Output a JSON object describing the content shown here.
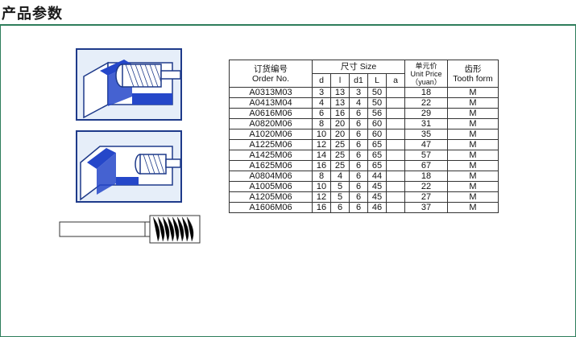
{
  "header": {
    "title": "产品参数"
  },
  "table": {
    "headers": {
      "order_cn": "订货编号",
      "order_en": "Order No.",
      "size": "尺寸 Size",
      "price_cn": "单元价",
      "price_en": "Unit Price",
      "price_unit": "（yuan）",
      "tooth_cn": "齿形",
      "tooth_en": "Tooth form",
      "d": "d",
      "l": "l",
      "d1": "d1",
      "L": "L",
      "a": "a"
    },
    "rows": [
      {
        "order": "A0313M03",
        "d": "3",
        "l": "13",
        "d1": "3",
        "L": "50",
        "a": "",
        "price": "18",
        "tooth": "M"
      },
      {
        "order": "A0413M04",
        "d": "4",
        "l": "13",
        "d1": "4",
        "L": "50",
        "a": "",
        "price": "22",
        "tooth": "M"
      },
      {
        "order": "A0616M06",
        "d": "6",
        "l": "16",
        "d1": "6",
        "L": "56",
        "a": "",
        "price": "29",
        "tooth": "M"
      },
      {
        "order": "A0820M06",
        "d": "8",
        "l": "20",
        "d1": "6",
        "L": "60",
        "a": "",
        "price": "31",
        "tooth": "M"
      },
      {
        "order": "A1020M06",
        "d": "10",
        "l": "20",
        "d1": "6",
        "L": "60",
        "a": "",
        "price": "35",
        "tooth": "M"
      },
      {
        "order": "A1225M06",
        "d": "12",
        "l": "25",
        "d1": "6",
        "L": "65",
        "a": "",
        "price": "47",
        "tooth": "M"
      },
      {
        "order": "A1425M06",
        "d": "14",
        "l": "25",
        "d1": "6",
        "L": "65",
        "a": "",
        "price": "57",
        "tooth": "M"
      },
      {
        "order": "A1625M06",
        "d": "16",
        "l": "25",
        "d1": "6",
        "L": "65",
        "a": "",
        "price": "67",
        "tooth": "M"
      },
      {
        "order": "A0804M06",
        "d": "8",
        "l": "4",
        "d1": "6",
        "L": "44",
        "a": "",
        "price": "18",
        "tooth": "M"
      },
      {
        "order": "A1005M06",
        "d": "10",
        "l": "5",
        "d1": "6",
        "L": "45",
        "a": "",
        "price": "22",
        "tooth": "M"
      },
      {
        "order": "A1205M06",
        "d": "12",
        "l": "5",
        "d1": "6",
        "L": "45",
        "a": "",
        "price": "27",
        "tooth": "M"
      },
      {
        "order": "A1606M06",
        "d": "16",
        "l": "6",
        "d1": "6",
        "L": "46",
        "a": "",
        "price": "37",
        "tooth": "M"
      }
    ]
  },
  "colors": {
    "accent": "#2e7d5b",
    "illustration_blue": "#1e3a8a",
    "illustration_fill": "#2547c9"
  }
}
